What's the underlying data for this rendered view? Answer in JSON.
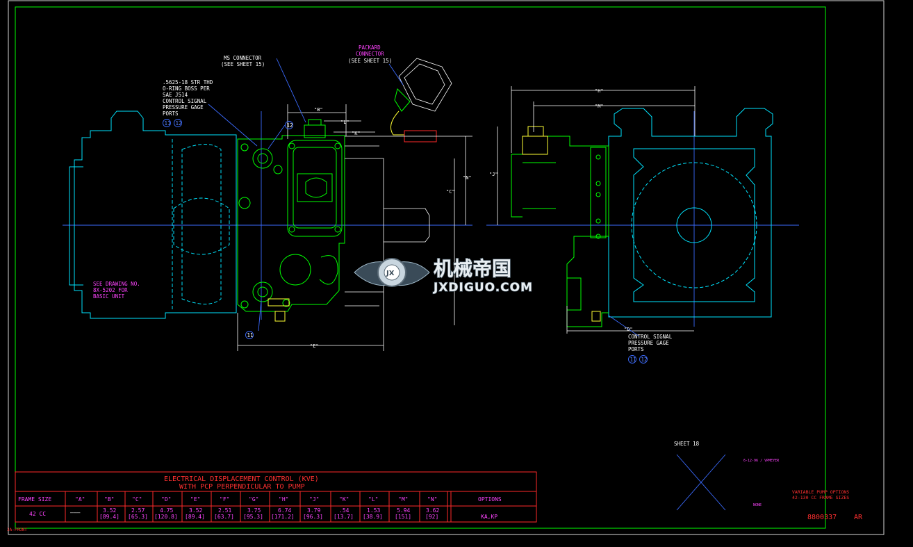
{
  "callouts": {
    "ms_connector": [
      "MS CONNECTOR",
      "(SEE SHEET 15)"
    ],
    "packard_connector": [
      "PACKARD",
      "CONNECTOR",
      "(SEE SHEET 15)"
    ],
    "port_note": [
      ".5625-18 STR THD",
      "O-RING BOSS PER",
      "SAE J514",
      "CONTROL SIGNAL",
      "PRESSURE GAGE",
      "PORTS"
    ],
    "see_drawing": [
      "SEE DRAWING NO.",
      "8X-5202 FOR",
      "BASIC UNIT"
    ],
    "right_ports": [
      "CONTROL SIGNAL",
      "PRESSURE GAGE",
      "PORTS"
    ],
    "balloon_11": "11",
    "balloon_12": "12"
  },
  "dimension_labels": {
    "B": "\"B\"",
    "L": "\"L\"",
    "K": "\"K\"",
    "N": "\"N\"",
    "C": "\"C\"",
    "E": "\"E\"",
    "H": "\"H\"",
    "M": "\"M\"",
    "J": "\"J\"",
    "D": "\"D\""
  },
  "watermark": {
    "brand": "机械帝国",
    "url": "JXDIGUO.COM",
    "badge": "JX"
  },
  "table": {
    "title_line1": "ELECTRICAL DISPLACEMENT CONTROL (KVE)",
    "title_line2": "WITH PCP PERPENDICULAR TO PUMP",
    "headers": [
      "FRAME SIZE",
      "\"A\"",
      "\"B\"",
      "\"C\"",
      "\"D\"",
      "\"E\"",
      "\"F\"",
      "\"G\"",
      "\"H\"",
      "\"J\"",
      "\"K\"",
      "\"L\"",
      "\"M\"",
      "\"N\"",
      "OPTIONS"
    ],
    "row": {
      "frame": "42 CC",
      "a": "———",
      "values": [
        {
          "in": "3.52",
          "mm": "[89.4]"
        },
        {
          "in": "2.57",
          "mm": "[65.3]"
        },
        {
          "in": "4.75",
          "mm": "[120.8]"
        },
        {
          "in": "3.52",
          "mm": "[89.4]"
        },
        {
          "in": "2.51",
          "mm": "[63.7]"
        },
        {
          "in": "3.75",
          "mm": "[95.3]"
        },
        {
          "in": "6.74",
          "mm": "[171.2]"
        },
        {
          "in": "3.79",
          "mm": "[96.3]"
        },
        {
          "in": ".54",
          "mm": "[13.7]"
        },
        {
          "in": "1.53",
          "mm": "[38.9]"
        },
        {
          "in": "5.94",
          "mm": "[151]"
        },
        {
          "in": "3.62",
          "mm": "[92]"
        }
      ],
      "options": "KA,KP"
    }
  },
  "title_block": {
    "sheet": "SHEET 18",
    "date_note": "6-12-96 / VPMEYER",
    "none": "NONE",
    "title1": "VARIABLE PUMP OPTIONS",
    "title2": "42-130 CC FRAME SIZES",
    "drawing_no": "8800337",
    "rev": "AR"
  },
  "layout_tab": "3A-FRONT",
  "colors": {
    "background": "#000000",
    "border": "#00ff00",
    "pump": "#00e5ff",
    "control": "#00ff00",
    "centerline": "#3b6bff",
    "table": "#ff2a2a",
    "notes": "#ff44ff"
  }
}
